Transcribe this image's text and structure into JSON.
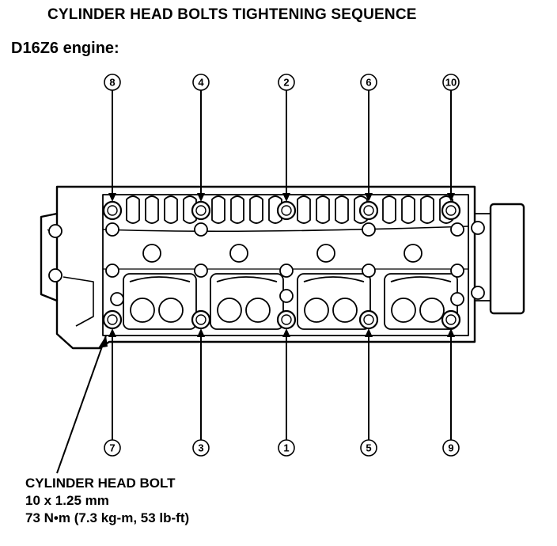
{
  "header": {
    "title": "CYLINDER HEAD BOLTS TIGHTENING SEQUENCE",
    "engine": "D16Z6 engine:"
  },
  "sequence": {
    "top": [
      "8",
      "4",
      "2",
      "6",
      "10"
    ],
    "bottom": [
      "7",
      "3",
      "1",
      "5",
      "9"
    ]
  },
  "callout": {
    "name": "CYLINDER HEAD BOLT",
    "size": "10 x 1.25 mm",
    "torque": "73 N•m (7.3 kg-m, 53 lb-ft)"
  }
}
